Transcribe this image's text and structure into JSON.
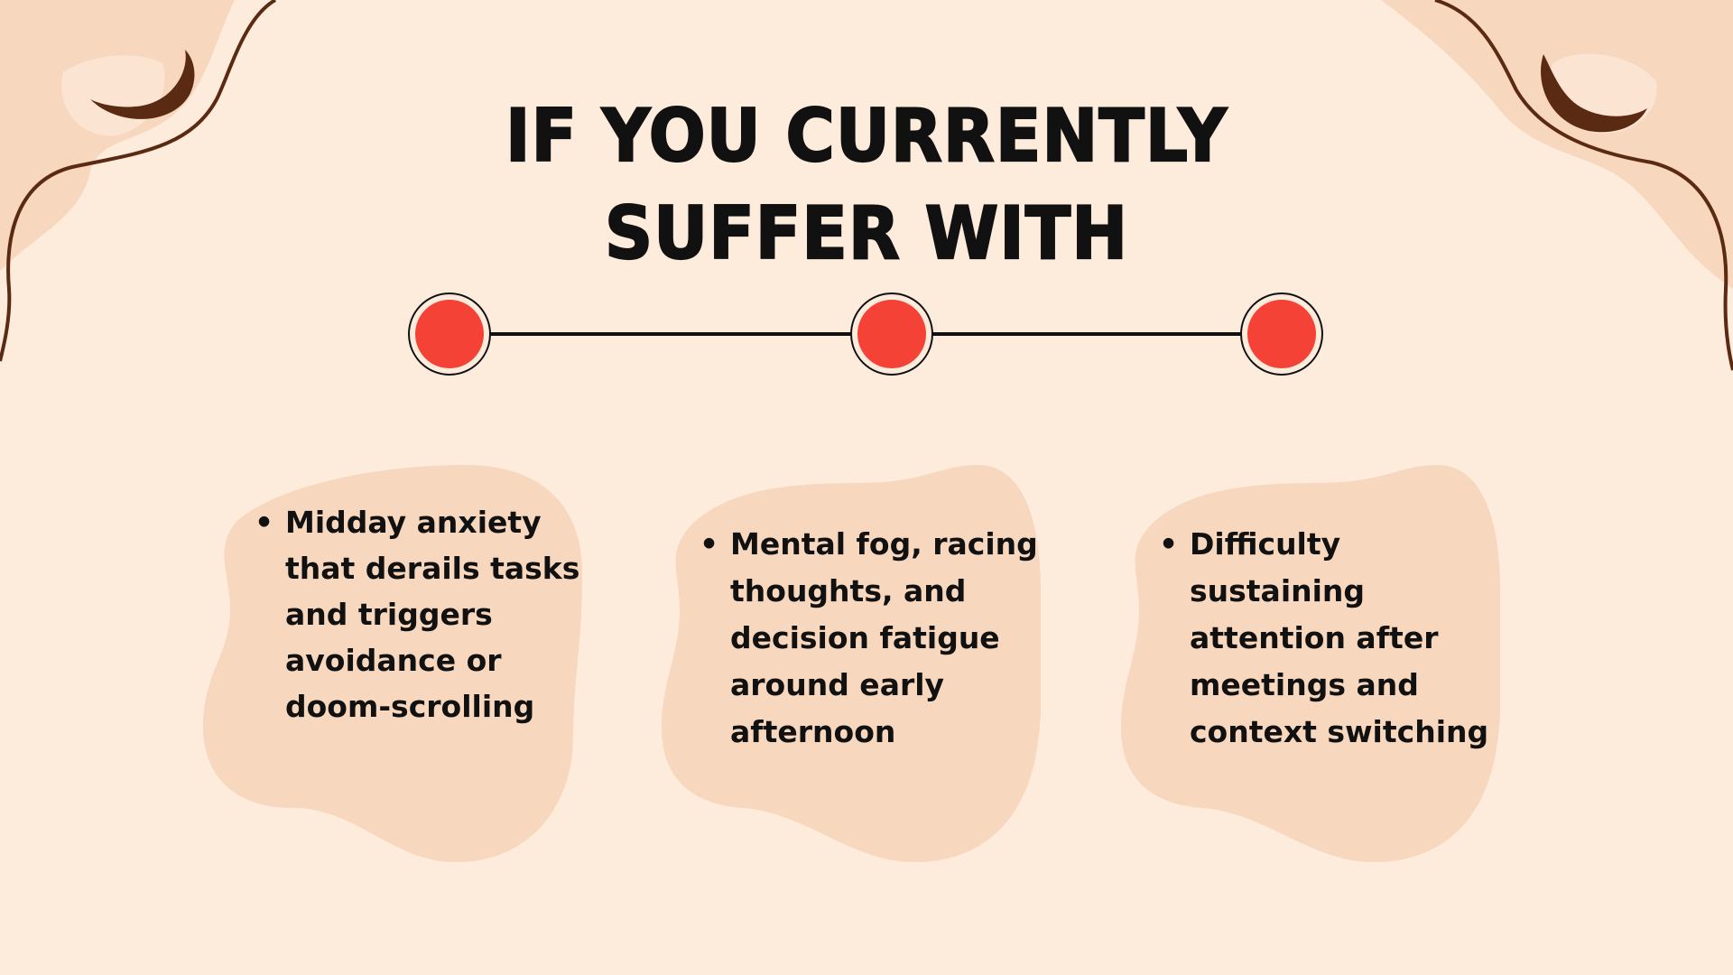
{
  "title": {
    "line1": "IF YOU CURRENTLY",
    "line2": "SUFFER WITH"
  },
  "cards": [
    {
      "text": "Midday anxiety that derails tasks and triggers avoidance or doom-scrolling"
    },
    {
      "text": "Mental fog, racing thoughts, and decision fatigue around early afternoon"
    },
    {
      "text": "Difficulty sustaining attention after meetings and context switching"
    }
  ],
  "colors": {
    "background": "#fdebdc",
    "blob": "#f7d7bd",
    "accent_dot": "#f44336",
    "outline": "#5a2a12",
    "text": "#111111"
  }
}
